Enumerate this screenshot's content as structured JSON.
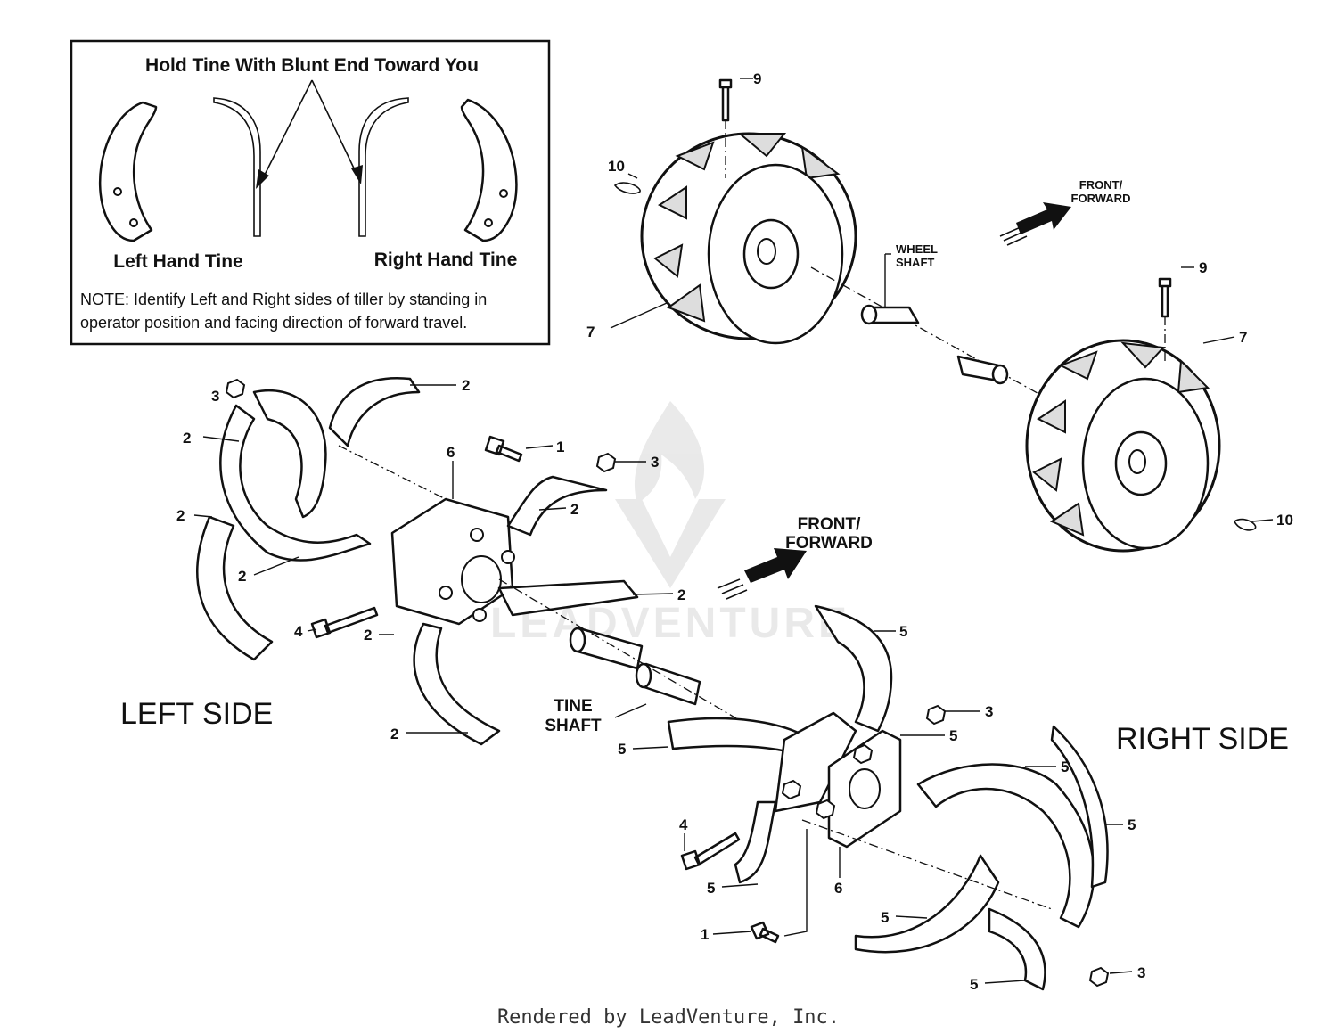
{
  "inset": {
    "title": "Hold Tine With Blunt End Toward You",
    "left_label": "Left Hand Tine",
    "right_label": "Right Hand Tine",
    "note_line1": "NOTE: Identify Left and Right sides of tiller by standing in",
    "note_line2": "operator position and facing direction of forward travel."
  },
  "labels": {
    "wheel_shaft_1": "WHEEL",
    "wheel_shaft_2": "SHAFT",
    "front_small_1": "FRONT/",
    "front_small_2": "FORWARD",
    "front_big_1": "FRONT/",
    "front_big_2": "FORWARD",
    "tine_shaft_1": "TINE",
    "tine_shaft_2": "SHAFT",
    "left_side": "LEFT SIDE",
    "right_side": "RIGHT SIDE",
    "watermark": "LEADVENTURE",
    "footer": "Rendered by LeadVenture, Inc."
  },
  "callouts": {
    "c9a": "9",
    "c10a": "10",
    "c7a": "7",
    "c9b": "9",
    "c7b": "7",
    "c10b": "10",
    "c2a": "2",
    "c3a": "3",
    "c2b": "2",
    "c1a": "1",
    "c6a": "6",
    "c3b": "3",
    "c2c": "2",
    "c2d": "2",
    "c2e": "2",
    "c2f": "2",
    "c4a": "4",
    "c2g": "2",
    "c5a": "5",
    "c3c": "3",
    "c5b": "5",
    "c5c": "5",
    "c5d": "5",
    "c5e": "5",
    "c4b": "4",
    "c5f": "5",
    "c6b": "6",
    "c5g": "5",
    "c1b": "1",
    "c3d": "3",
    "c5h": "5"
  }
}
